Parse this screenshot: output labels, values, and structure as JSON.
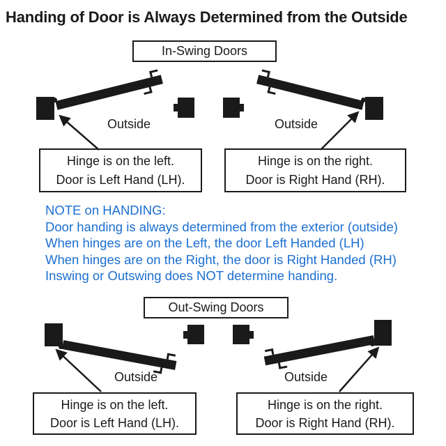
{
  "title": "Handing of Door is Always Determined from the Outside",
  "colors": {
    "diagram_black": "#1a1a1a",
    "note_blue": "#1b6fd2",
    "background": "#ffffff"
  },
  "in_swing": {
    "label": "In-Swing Doors",
    "left": {
      "outside_label": "Outside",
      "caption": [
        "Hinge is on the left.",
        "Door is Left Hand (LH)."
      ]
    },
    "right": {
      "outside_label": "Outside",
      "caption": [
        "Hinge is on the right.",
        "Door is Right Hand (RH)."
      ]
    }
  },
  "note": {
    "lines": [
      "NOTE on HANDING:",
      "Door handing is always determined from the exterior (outside)",
      "When hinges are on the Left, the door Left Handed (LH)",
      "When hinges are on the Right, the door is Right Handed (RH)",
      "Inswing or Outswing does NOT determine handing."
    ]
  },
  "out_swing": {
    "label": "Out-Swing Doors",
    "left": {
      "outside_label": "Outside",
      "caption": [
        "Hinge is on the left.",
        "Door is Left Hand (LH)."
      ]
    },
    "right": {
      "outside_label": "Outside",
      "caption": [
        "Hinge is on the right.",
        "Door is Right Hand (RH)."
      ]
    }
  }
}
